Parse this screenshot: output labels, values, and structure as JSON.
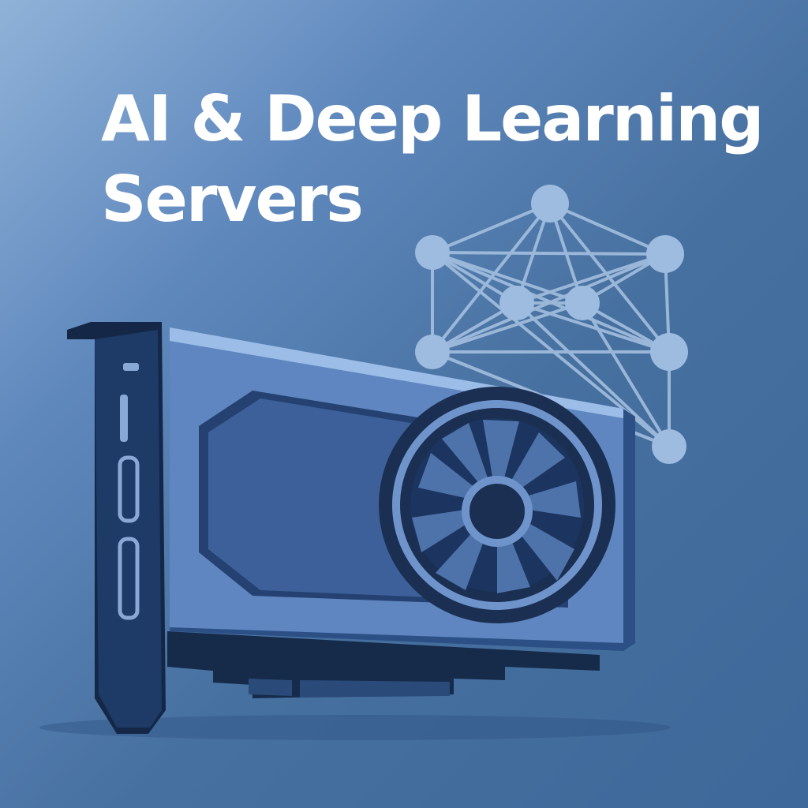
{
  "poster": {
    "title_line1": "AI & Deep Learning",
    "title_line2": "Servers"
  },
  "colors": {
    "background_light": "#8fb2d8",
    "background_dark": "#3e6899",
    "card_navy": "#1a2f52",
    "card_panel": "#4b6a9c",
    "network_lines": "#a9c3e2"
  },
  "icons": [
    "neural-network-icon",
    "graphics-card-illustration",
    "cooling-fan-icon"
  ]
}
